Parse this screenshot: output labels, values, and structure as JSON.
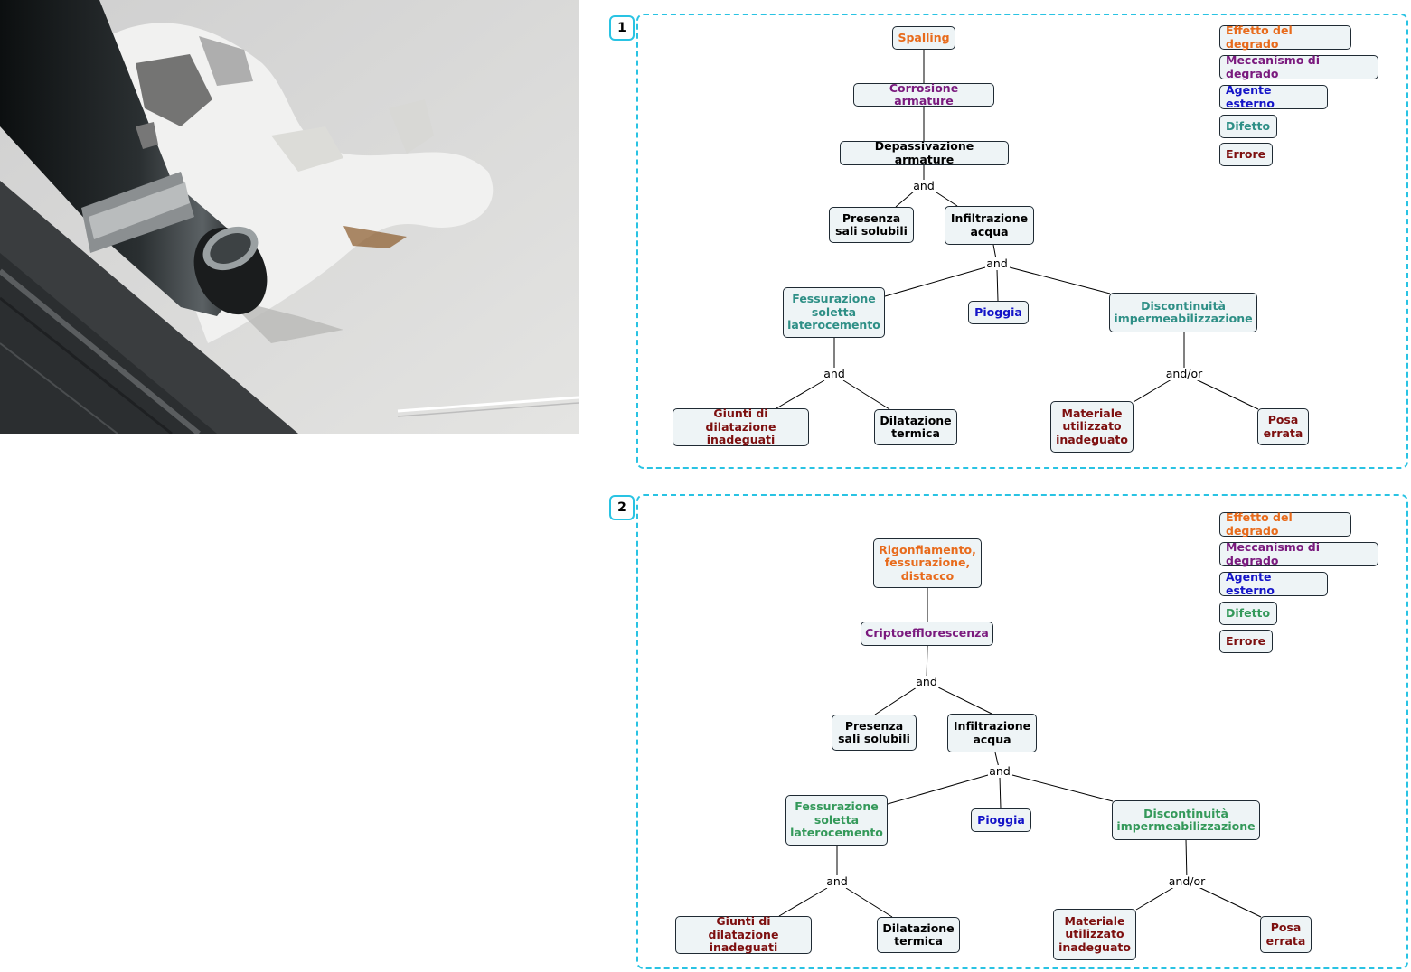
{
  "colors": {
    "effetto": "#e86b1c",
    "meccanismo": "#7a1a7e",
    "agente": "#1414c8",
    "difetto_1": "#2e8f86",
    "difetto_2": "#34995a",
    "errore": "#7d0f0f",
    "neutral": "#000000",
    "panel_border": "#29c3e3"
  },
  "photo": {
    "description_icon": "photo-icon"
  },
  "panels": [
    {
      "badge": "1",
      "legend": {
        "effetto": "Effetto del degrado",
        "meccanismo": "Meccanismo di degrado",
        "agente": "Agente esterno",
        "difetto": "Difetto",
        "errore": "Errore"
      },
      "nodes": {
        "root": "Spalling",
        "mech": "Corrosione armature",
        "mech2": "Depassivazione armature",
        "sali": "Presenza\nsali solubili",
        "infil": "Infiltrazione\nacqua",
        "fess": "Fessurazione\nsoletta\nlaterocemento",
        "pioggia": "Pioggia",
        "disc": "Discontinuità\nimpermeabilizzazione",
        "giunti": "Giunti di dilatazione\ninadeguati",
        "dilat": "Dilatazione\ntermica",
        "mater": "Materiale\nutilizzato\ninadeguato",
        "posa": "Posa\nerrata"
      },
      "connectors": {
        "c1": "and",
        "c2": "and",
        "c3": "and",
        "c4": "and/or"
      }
    },
    {
      "badge": "2",
      "legend": {
        "effetto": "Effetto del degrado",
        "meccanismo": "Meccanismo di degrado",
        "agente": "Agente esterno",
        "difetto": "Difetto",
        "errore": "Errore"
      },
      "nodes": {
        "root": "Rigonfiamento,\nfessurazione,\ndistacco",
        "mech": "Criptoefflorescenza",
        "sali": "Presenza\nsali solubili",
        "infil": "Infiltrazione\nacqua",
        "fess": "Fessurazione\nsoletta\nlaterocemento",
        "pioggia": "Pioggia",
        "disc": "Discontinuità\nimpermeabilizzazione",
        "giunti": "Giunti di dilatazione\ninadeguati",
        "dilat": "Dilatazione\ntermica",
        "mater": "Materiale\nutilizzato\ninadeguato",
        "posa": "Posa\nerrata"
      },
      "connectors": {
        "c1": "and",
        "c2": "and",
        "c3": "and",
        "c4": "and/or"
      }
    }
  ]
}
